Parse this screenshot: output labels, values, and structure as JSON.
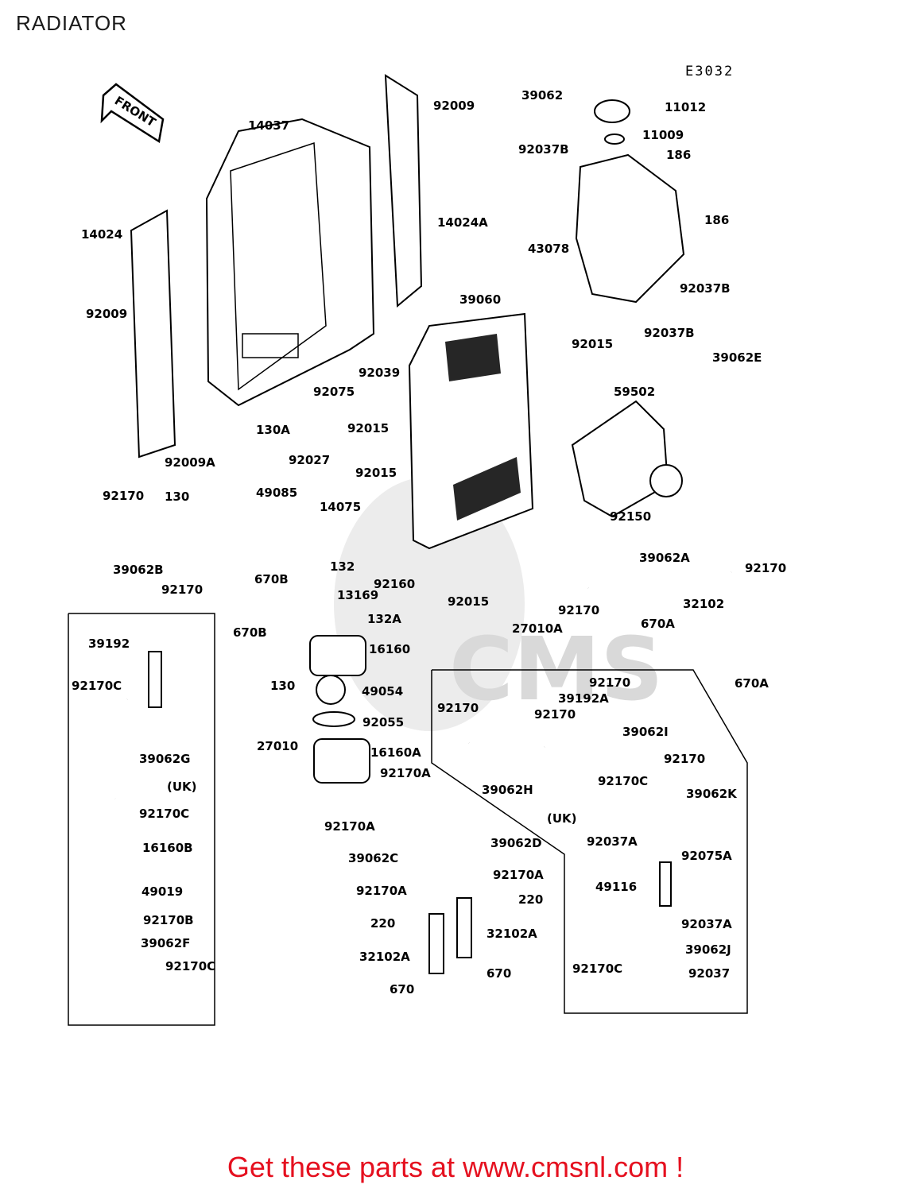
{
  "title": "RADIATOR",
  "diagram_code": "E3032",
  "front_arrow_label": "FRONT",
  "region_uk_label_1": "(UK)",
  "region_uk_label_2": "(UK)",
  "banner": "Get these parts at www.cmsnl.com !",
  "watermark_text": "CMS",
  "colors": {
    "banner": "#e5101f",
    "line": "#000000",
    "watermark": "#dcdcdc"
  },
  "part_labels": [
    "14037",
    "92009",
    "39062",
    "11012",
    "11009",
    "92037B",
    "186",
    "14024A",
    "14024",
    "186",
    "43078",
    "92009",
    "92037B",
    "39060",
    "92037B",
    "39062E",
    "92039",
    "92015",
    "92075",
    "59502",
    "92015",
    "92009A",
    "130A",
    "92027",
    "92015",
    "92170",
    "130",
    "49085",
    "14075",
    "39062B",
    "92170",
    "92150",
    "132",
    "670B",
    "92160",
    "92015",
    "39062A",
    "92170",
    "13169",
    "92170",
    "132A",
    "27010A",
    "32102",
    "670A",
    "670B",
    "39192",
    "16160",
    "92170C",
    "130",
    "49054",
    "670A",
    "92170",
    "92170",
    "39192A",
    "92170",
    "39062I",
    "92055",
    "27010",
    "92170",
    "16160A",
    "39062G",
    "92170A",
    "39062H",
    "92170C",
    "39062K",
    "(UK)",
    "92170C",
    "92170A",
    "39062D",
    "92037A",
    "92075A",
    "16160B",
    "39062C",
    "49019",
    "92170A",
    "49116",
    "92170A",
    "220",
    "92170B",
    "220",
    "32102A",
    "92037A",
    "39062F",
    "39062J",
    "92170C",
    "32102A",
    "670",
    "92170C",
    "92037",
    "670"
  ]
}
